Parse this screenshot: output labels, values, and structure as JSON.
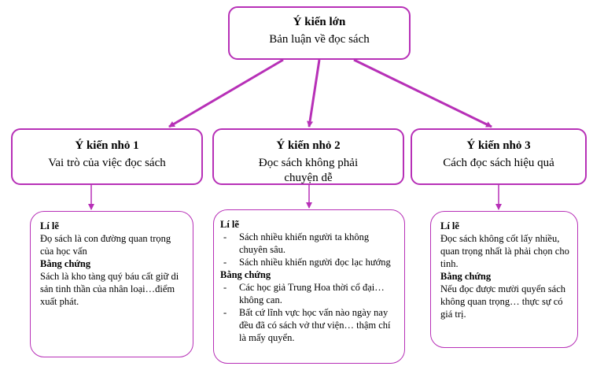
{
  "main": {
    "title": "Ý kiến lớn",
    "desc": "Bản luận về đọc sách"
  },
  "subs": [
    {
      "title": "Ý kiến nhỏ 1",
      "desc": "Vai trò của việc đọc sách"
    },
    {
      "title": "Ý kiến nhỏ 2",
      "desc": "Đọc sách không phải chuyện dễ"
    },
    {
      "title": "Ý kiến nhỏ 3",
      "desc": "Cách đọc sách hiệu quả"
    }
  ],
  "details": [
    {
      "reason_label": "Lí lẽ",
      "reason": "Đọ sách là con đường quan trọng của học vấn",
      "evidence_label": "Bằng chứng",
      "evidence": "Sách là kho tàng quý báu cất giữ di sản tinh thần của nhân loại…điểm xuất phát."
    },
    {
      "reason_label": "Lí lẽ",
      "reasons": [
        "Sách nhiều khiến người ta không chuyên sâu.",
        "Sách nhiều khiến người đọc lạc hướng"
      ],
      "evidence_label": "Bằng chứng",
      "evidences": [
        "Các học giả Trung Hoa thời cổ đại…không can.",
        "Bất cứ lĩnh vực học vấn nào ngày nay đều đã có sách vở thư viện… thậm chí là mấy quyển."
      ]
    },
    {
      "reason_label": "Lí lẽ",
      "reason": "Đọc sách không cốt lấy nhiều, quan trọng nhất là phải chọn cho tinh.",
      "evidence_label": "Bằng chứng",
      "evidence": "Nếu đọc được mười quyển sách không quan trọng… thực sự có giá trị."
    }
  ],
  "colors": {
    "accent": "#b730b7"
  }
}
